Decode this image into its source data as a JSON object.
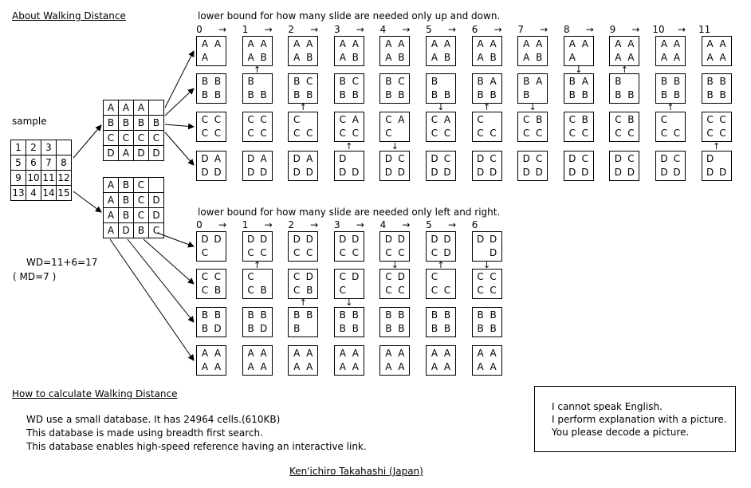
{
  "title": "About Walking Distance",
  "sample_label": "sample",
  "sample_grid": [
    [
      "1",
      "2",
      "3",
      ""
    ],
    [
      "5",
      "6",
      "7",
      "8"
    ],
    [
      "9",
      "10",
      "11",
      "12"
    ],
    [
      "13",
      "4",
      "14",
      "15"
    ]
  ],
  "class_grid_rows": [
    [
      "A",
      "A",
      "A",
      ""
    ],
    [
      "B",
      "B",
      "B",
      "B"
    ],
    [
      "C",
      "C",
      "C",
      "C"
    ],
    [
      "D",
      "A",
      "D",
      "D"
    ]
  ],
  "class_grid_cols": [
    [
      "A",
      "B",
      "C",
      ""
    ],
    [
      "A",
      "B",
      "C",
      "D"
    ],
    [
      "A",
      "B",
      "C",
      "D"
    ],
    [
      "A",
      "D",
      "B",
      "C"
    ]
  ],
  "wd_formula": "WD=11+6=17",
  "md_formula": "(  MD=7  )",
  "updown": {
    "caption": "lower bound for how many slide are needed only up and down.",
    "steps": [
      "0",
      "1",
      "2",
      "3",
      "4",
      "5",
      "6",
      "7",
      "8",
      "9",
      "10",
      "11"
    ],
    "rows": [
      [
        [
          "A A",
          "A "
        ],
        [
          "A A",
          "A B"
        ],
        [
          "A A",
          "A B"
        ],
        [
          "A A",
          "A B"
        ],
        [
          "A A",
          "A B"
        ],
        [
          "A A",
          "A B"
        ],
        [
          "A A",
          "A B"
        ],
        [
          "A A",
          "A B"
        ],
        [
          "A A",
          "A "
        ],
        [
          "A A",
          "A A"
        ],
        [
          "A A",
          "A A"
        ],
        [
          "A A",
          "A A"
        ]
      ],
      [
        [
          "B B",
          "B B"
        ],
        [
          "B ",
          "B B"
        ],
        [
          "B C",
          "B B"
        ],
        [
          "B C",
          "B B"
        ],
        [
          "B C",
          "B B"
        ],
        [
          "B ",
          "B B"
        ],
        [
          "B A",
          "B B"
        ],
        [
          "B A",
          "B "
        ],
        [
          "B A",
          "B B"
        ],
        [
          "B ",
          "B B"
        ],
        [
          "B B",
          "B B"
        ],
        [
          "B B",
          "B B"
        ]
      ],
      [
        [
          "C C",
          "C C"
        ],
        [
          "C C",
          "C C"
        ],
        [
          "C ",
          "C C"
        ],
        [
          "C A",
          "C C"
        ],
        [
          "C A",
          "C "
        ],
        [
          "C A",
          "C C"
        ],
        [
          "C ",
          "C C"
        ],
        [
          "C B",
          "C C"
        ],
        [
          "C B",
          "C C"
        ],
        [
          "C B",
          "C C"
        ],
        [
          "C ",
          "C C"
        ],
        [
          "C C",
          "C C"
        ]
      ],
      [
        [
          "D A",
          "D D"
        ],
        [
          "D A",
          "D D"
        ],
        [
          "D A",
          "D D"
        ],
        [
          "D ",
          "D D"
        ],
        [
          "D C",
          "D D"
        ],
        [
          "D C",
          "D D"
        ],
        [
          "D C",
          "D D"
        ],
        [
          "D C",
          "D D"
        ],
        [
          "D C",
          "D D"
        ],
        [
          "D C",
          "D D"
        ],
        [
          "D C",
          "D D"
        ],
        [
          "D ",
          "D D"
        ]
      ]
    ],
    "moves": [
      {
        "col": 1,
        "gap": 0,
        "dir": "up"
      },
      {
        "col": 2,
        "gap": 1,
        "dir": "up"
      },
      {
        "col": 3,
        "gap": 2,
        "dir": "up"
      },
      {
        "col": 4,
        "gap": 2,
        "dir": "down"
      },
      {
        "col": 5,
        "gap": 1,
        "dir": "down"
      },
      {
        "col": 6,
        "gap": 1,
        "dir": "up"
      },
      {
        "col": 7,
        "gap": 1,
        "dir": "down"
      },
      {
        "col": 8,
        "gap": 0,
        "dir": "down"
      },
      {
        "col": 9,
        "gap": 0,
        "dir": "up"
      },
      {
        "col": 10,
        "gap": 1,
        "dir": "up"
      },
      {
        "col": 11,
        "gap": 2,
        "dir": "up"
      }
    ]
  },
  "leftright": {
    "caption": "lower bound for how many slide are needed only left and right.",
    "steps": [
      "0",
      "1",
      "2",
      "3",
      "4",
      "5",
      "6"
    ],
    "rows": [
      [
        [
          "D D",
          "C "
        ],
        [
          "D D",
          "C C"
        ],
        [
          "D D",
          "C C"
        ],
        [
          "D D",
          "C C"
        ],
        [
          "D D",
          "C C"
        ],
        [
          "D D",
          "C D"
        ],
        [
          "D D",
          "  D"
        ]
      ],
      [
        [
          "C C",
          "C B"
        ],
        [
          "C ",
          "C B"
        ],
        [
          "C D",
          "C B"
        ],
        [
          "C D",
          "C "
        ],
        [
          "C D",
          "C C"
        ],
        [
          "C ",
          "C C"
        ],
        [
          "C C",
          "C C"
        ]
      ],
      [
        [
          "B B",
          "B D"
        ],
        [
          "B B",
          "B D"
        ],
        [
          "B B",
          "B "
        ],
        [
          "B B",
          "B B"
        ],
        [
          "B B",
          "B B"
        ],
        [
          "B B",
          "B B"
        ],
        [
          "B B",
          "B B"
        ]
      ],
      [
        [
          "A A",
          "A A"
        ],
        [
          "A A",
          "A A"
        ],
        [
          "A A",
          "A A"
        ],
        [
          "A A",
          "A A"
        ],
        [
          "A A",
          "A A"
        ],
        [
          "A A",
          "A A"
        ],
        [
          "A A",
          "A A"
        ]
      ]
    ],
    "moves": [
      {
        "col": 1,
        "gap": 0,
        "dir": "up"
      },
      {
        "col": 2,
        "gap": 1,
        "dir": "up"
      },
      {
        "col": 3,
        "gap": 1,
        "dir": "down"
      },
      {
        "col": 4,
        "gap": 0,
        "dir": "down"
      },
      {
        "col": 5,
        "gap": 0,
        "dir": "up"
      },
      {
        "col": 6,
        "gap": 0,
        "dir": "down"
      }
    ]
  },
  "symbols": {
    "step_arrow": "→",
    "up": "↑",
    "down": "↓"
  },
  "how_heading": "How to calculate Walking Distance",
  "how_lines": [
    "WD use a small database. It has 24964 cells.(610KB)",
    "This database is made using breadth first search.",
    "This database enables high-speed reference having an interactive link."
  ],
  "note_lines": [
    "I cannot speak English.",
    "I perform explanation with a picture.",
    "You please decode a picture."
  ],
  "author": "Ken'ichiro Takahashi (Japan)"
}
